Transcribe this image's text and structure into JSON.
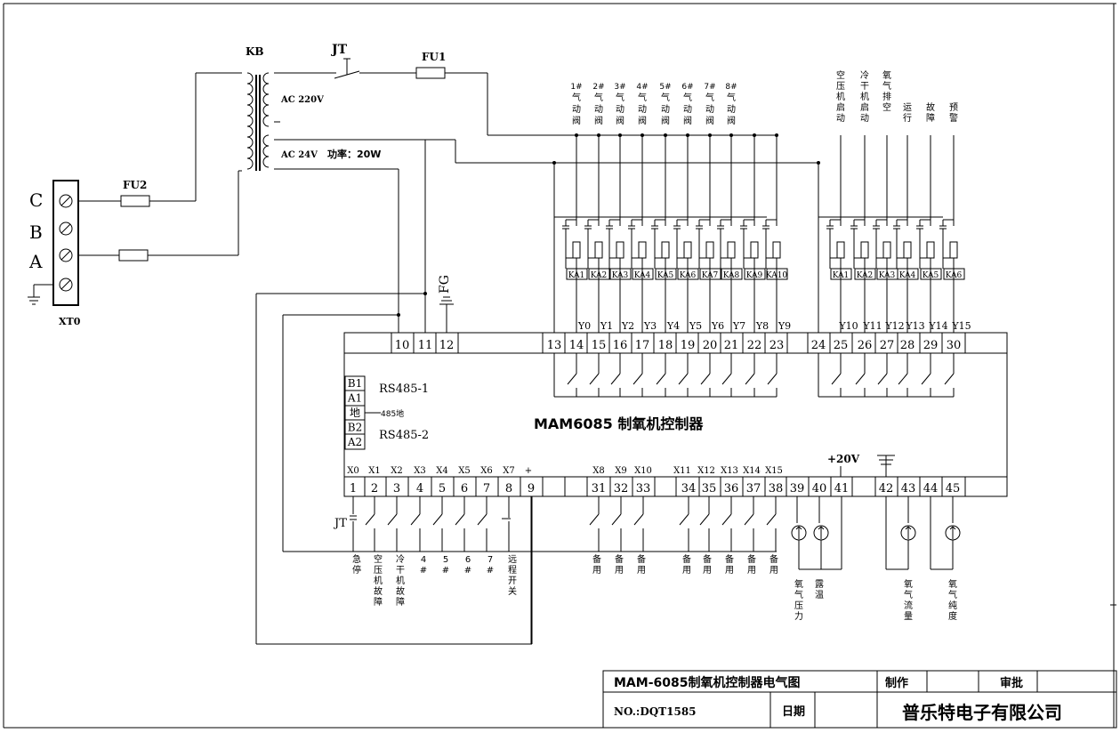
{
  "transformer": {
    "name": "KB",
    "primary": "AC 220V",
    "secondary": "AC 24V",
    "power": "功率：20W"
  },
  "estop_label": "JT",
  "estop_small": "JT",
  "fuses": {
    "fu1": "FU1",
    "fu2": "FU2"
  },
  "fg": "FG",
  "phases": [
    "C",
    "B",
    "A"
  ],
  "terminal_block": "XT0",
  "valves": [
    "1#气动阀",
    "2#气动阀",
    "3#气动阀",
    "4#气动阀",
    "5#气动阀",
    "6#气动阀",
    "7#气动阀",
    "8#气动阀"
  ],
  "outputs_right": [
    "空压机启动",
    "冷干机启动",
    "氧气排空",
    "运行",
    "故障",
    "预警"
  ],
  "relays_left": [
    "KA1",
    "KA2",
    "KA3",
    "KA4",
    "KA5",
    "KA6",
    "KA7",
    "KA8",
    "KA9",
    "KA10"
  ],
  "relays_right": [
    "KA1",
    "KA2",
    "KA3",
    "KA4",
    "KA5",
    "KA6"
  ],
  "y_labels_left": [
    "Y0",
    "Y1",
    "Y2",
    "Y3",
    "Y4",
    "Y5",
    "Y6",
    "Y7",
    "Y8",
    "Y9"
  ],
  "y_labels_right": [
    "Y10",
    "Y11",
    "Y12",
    "Y13",
    "Y14",
    "Y15"
  ],
  "top_terminals": [
    "10",
    "11",
    "12",
    "13",
    "14",
    "15",
    "16",
    "17",
    "18",
    "19",
    "20",
    "21",
    "22",
    "23",
    "24",
    "25",
    "26",
    "27",
    "28",
    "29",
    "30"
  ],
  "bottom_terminals": [
    "1",
    "2",
    "3",
    "4",
    "5",
    "6",
    "7",
    "8",
    "9",
    "31",
    "32",
    "33",
    "34",
    "35",
    "36",
    "37",
    "38",
    "39",
    "40",
    "41",
    "42",
    "43",
    "44",
    "45"
  ],
  "x_labels": [
    "X0",
    "X1",
    "X2",
    "X3",
    "X4",
    "X5",
    "X6",
    "X7",
    "+",
    "X8",
    "X9",
    "X10",
    "X11",
    "X12",
    "X13",
    "X14",
    "X15"
  ],
  "plus20v": "+20V",
  "rs485_ports": [
    "B1",
    "A1",
    "地",
    "B2",
    "A2"
  ],
  "rs485_1": "RS485-1",
  "rs485_2": "RS485-2",
  "rs485_ground": "485地",
  "controller_name": "MAM6085 制氧机控制器",
  "inputs": [
    "急停",
    "空压机故障",
    "冷干机故障",
    "4#",
    "5#",
    "6#",
    "7#",
    "远程开关"
  ],
  "spares": [
    "备用",
    "备用",
    "备用",
    "备用",
    "备用",
    "备用",
    "备用",
    "备用"
  ],
  "sensors": [
    "氧气压力",
    "露温",
    "氧气流量",
    "氧气纯度"
  ],
  "title_block": {
    "title": "MAM-6085制氧机控制器电气图",
    "number": "NO.:DQT1585",
    "made_by": "制作",
    "approved": "审批",
    "date": "日期",
    "company": "普乐特电子有限公司"
  }
}
